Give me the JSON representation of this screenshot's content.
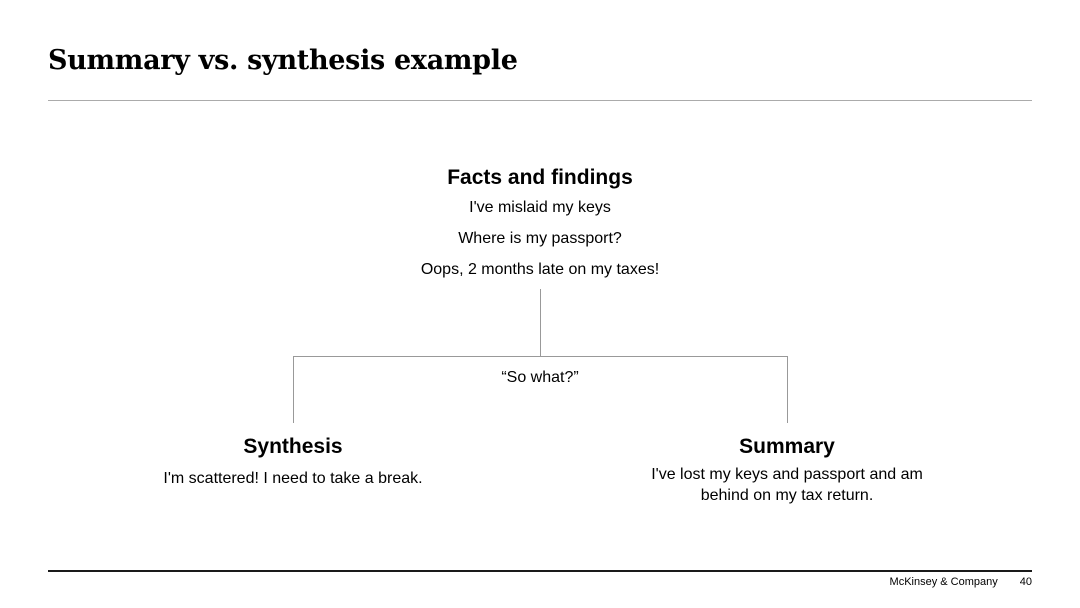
{
  "slide_title": "Summary vs. synthesis example",
  "diagram": {
    "facts": {
      "heading": "Facts and findings",
      "items": [
        "I've mislaid my keys",
        "Where is my passport?",
        "Oops, 2 months late on my taxes!"
      ]
    },
    "connector_label": "“So what?”",
    "branches": {
      "synthesis": {
        "heading": "Synthesis",
        "text": "I'm scattered! I need to take a break."
      },
      "summary": {
        "heading": "Summary",
        "text": "I've lost my keys and passport and am behind on my tax return."
      }
    }
  },
  "footer": {
    "company": "McKinsey & Company",
    "page_number": "40"
  },
  "colors": {
    "background": "#ffffff",
    "text": "#000000",
    "connector-line": "#999999",
    "header-divider": "#ababab",
    "footer-rule": "#1a1a1a"
  }
}
